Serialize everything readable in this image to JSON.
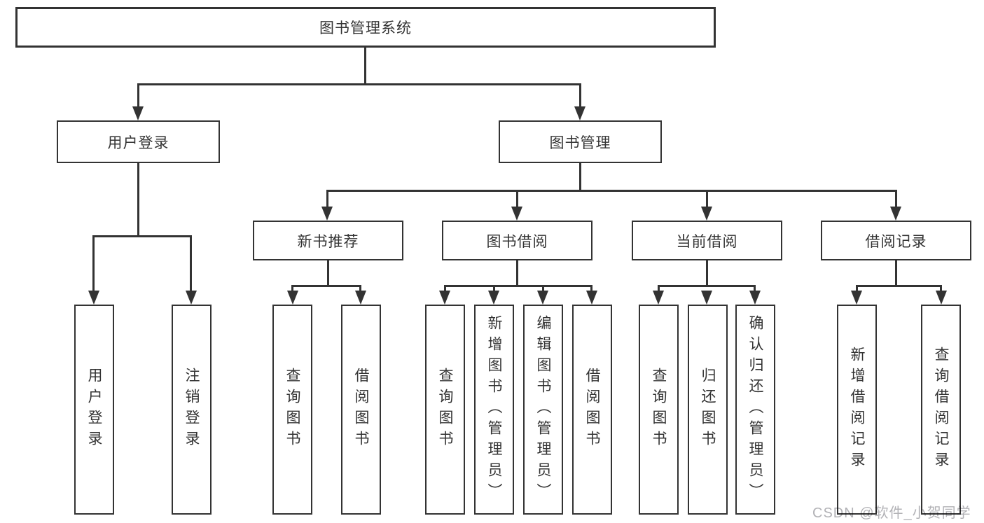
{
  "tree": {
    "root": {
      "label": "图书管理系统"
    },
    "branches": [
      {
        "label": "用户登录",
        "children": [
          {
            "label": "用户登录"
          },
          {
            "label": "注销登录"
          }
        ]
      },
      {
        "label": "图书管理",
        "children": [
          {
            "label": "新书推荐",
            "children": [
              {
                "label": "查询图书"
              },
              {
                "label": "借阅图书"
              }
            ]
          },
          {
            "label": "图书借阅",
            "children": [
              {
                "label": "查询图书"
              },
              {
                "label": "新增图书（管理员）"
              },
              {
                "label": "编辑图书（管理员）"
              },
              {
                "label": "借阅图书"
              }
            ]
          },
          {
            "label": "当前借阅",
            "children": [
              {
                "label": "查询图书"
              },
              {
                "label": "归还图书"
              },
              {
                "label": "确认归还（管理员）"
              }
            ]
          },
          {
            "label": "借阅记录",
            "children": [
              {
                "label": "新增借阅记录"
              },
              {
                "label": "查询借阅记录"
              }
            ]
          }
        ]
      }
    ]
  },
  "watermark": {
    "text": "CSDN @软件_小贺同学"
  },
  "colors": {
    "line": "#333333",
    "box_border": "#333333",
    "box_bg": "#ffffff",
    "text": "#333333",
    "watermark": "#b2b2b6",
    "background": "#ffffff"
  }
}
